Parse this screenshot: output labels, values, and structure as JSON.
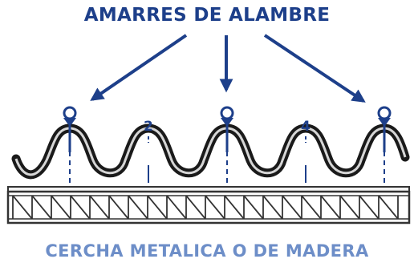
{
  "title": "AMARRES DE ALAMBRE",
  "footer": "CERCHA METALICA O DE MADERA",
  "labels": [
    "2",
    "4"
  ],
  "colors": {
    "primary_blue": "#1d3f8a",
    "light_blue": "#6d8ec8",
    "sheet_dark": "#222222",
    "sheet_light": "#d9d9d9",
    "truss_line": "#333333"
  },
  "icons": [
    "arrow-left-icon",
    "arrow-center-icon",
    "arrow-right-icon",
    "wire-tie-icon"
  ]
}
